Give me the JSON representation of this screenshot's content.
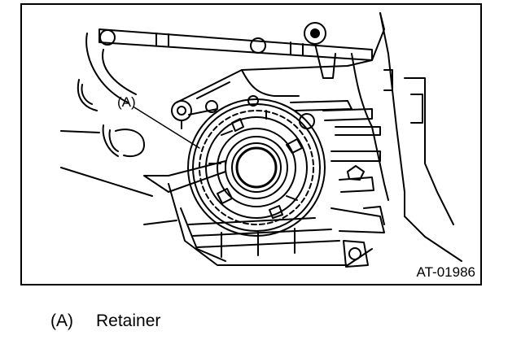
{
  "figure": {
    "callout_label": "(A)",
    "code": "AT-01986"
  },
  "legend": {
    "items": [
      {
        "key": "(A)",
        "text": "Retainer"
      }
    ]
  }
}
